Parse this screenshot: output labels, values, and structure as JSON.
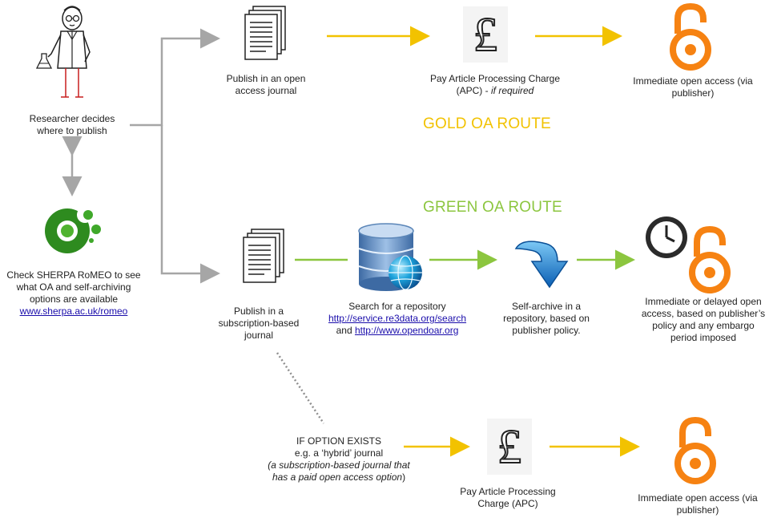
{
  "researcher": {
    "text": "Researcher decides where to publish"
  },
  "romeo": {
    "text": "Check SHERPA RoMEO to see what OA and self-archiving options are available",
    "link": "www.sherpa.ac.uk/romeo"
  },
  "gold": {
    "route_label": "GOLD OA ROUTE",
    "step1": "Publish in an open access journal",
    "step2_main": "Pay Article Processing Charge (APC) -",
    "step2_em": "if required",
    "step3": "Immediate open access (via publisher)"
  },
  "green": {
    "route_label": "GREEN OA ROUTE",
    "step1": "Publish in a subscription-based journal",
    "step2_prefix": "Search for a repository",
    "step2_link1": "http://service.re3data.org/search",
    "step2_and": "and",
    "step2_link2": "http://www.opendoar.org",
    "step3": "Self-archive in a repository, based on publisher policy.",
    "step4": "Immediate or delayed open access, based on publisher’s policy and any embargo period imposed"
  },
  "hybrid": {
    "line1": "IF OPTION EXISTS",
    "line2": "e.g. a ‘hybrid’ journal",
    "line3_em": "(a subscription-based journal that has a paid open access option",
    "line3_end": ")",
    "step2": "Pay Article Processing Charge (APC)",
    "step3": "Immediate open access (via publisher)"
  },
  "colors": {
    "gold": "#f2c200",
    "green": "#8cc63f",
    "gray": "#a6a6a6",
    "oa_orange": "#f68212",
    "romeo_green": "#2e8b1f",
    "db_blue": "#5b86b8"
  },
  "icons": [
    "researcher-icon",
    "document-stack-icon",
    "pound-icon",
    "open-access-icon",
    "romeo-logo-icon",
    "database-globe-icon",
    "download-arrow-icon",
    "clock-icon"
  ]
}
